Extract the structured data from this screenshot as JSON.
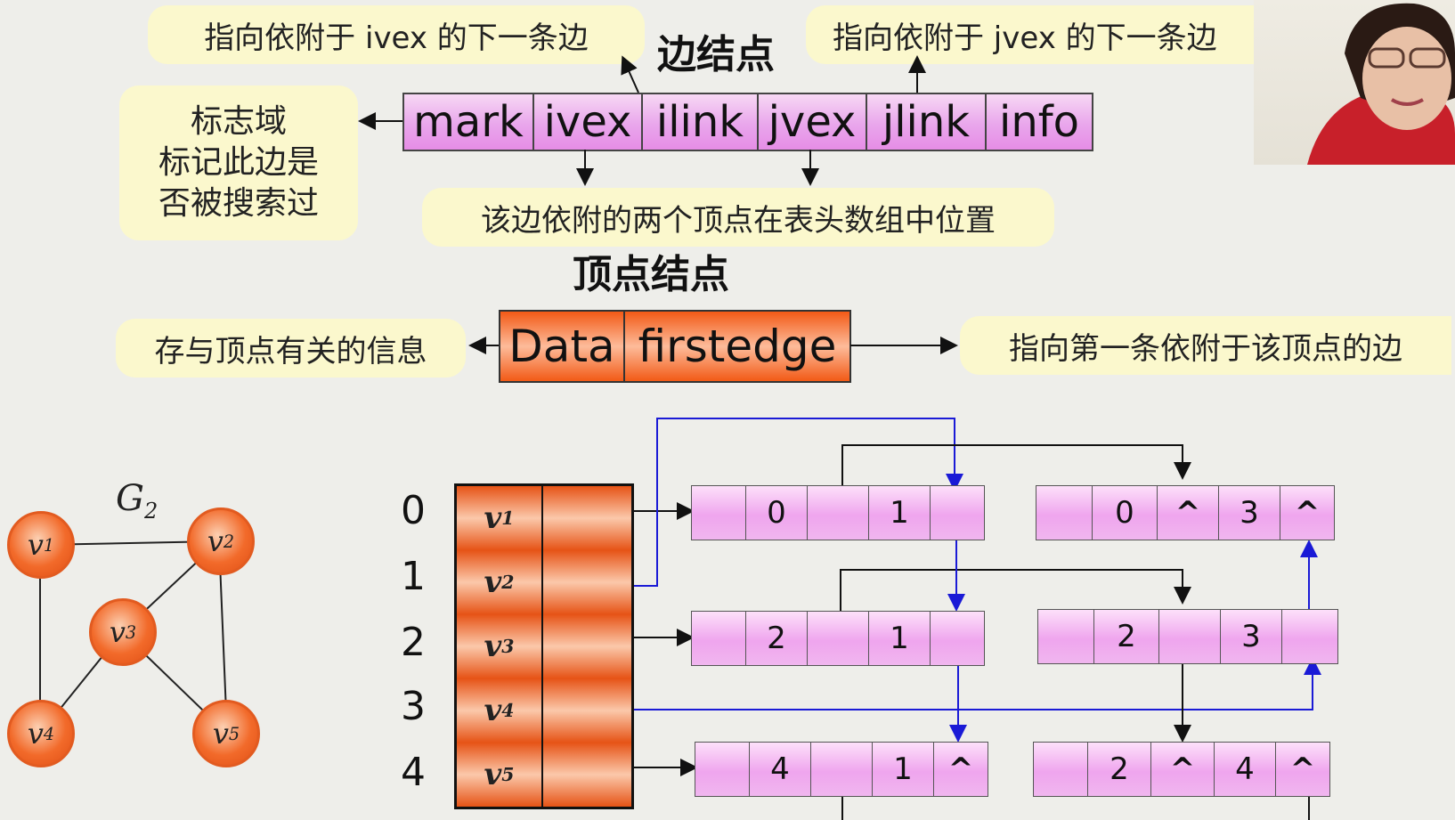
{
  "edge_node": {
    "title": "边结点",
    "fields": [
      "mark",
      "ivex",
      "ilink",
      "jvex",
      "jlink",
      "info"
    ],
    "notes": {
      "ilink": "指向依附于 ivex 的下一条边",
      "jlink": "指向依附于 jvex 的下一条边",
      "mark_lines": [
        "标志域",
        "标记此边是",
        "否被搜索过"
      ],
      "positions": "该边依附的两个顶点在表头数组中位置"
    }
  },
  "vertex_node": {
    "title": "顶点结点",
    "fields": [
      "Data",
      "firstedge"
    ],
    "notes": {
      "data": "存与顶点有关的信息",
      "firstedge": "指向第一条依附于该顶点的边"
    }
  },
  "graph": {
    "name": "G",
    "name_sub": "2",
    "vertices": [
      {
        "label": "v",
        "sub": "1"
      },
      {
        "label": "v",
        "sub": "2"
      },
      {
        "label": "v",
        "sub": "3"
      },
      {
        "label": "v",
        "sub": "4"
      },
      {
        "label": "v",
        "sub": "5"
      }
    ]
  },
  "vertex_table": {
    "indices": [
      "0",
      "1",
      "2",
      "3",
      "4"
    ],
    "rows": [
      {
        "label": "v",
        "sub": "1"
      },
      {
        "label": "v",
        "sub": "2"
      },
      {
        "label": "v",
        "sub": "3"
      },
      {
        "label": "v",
        "sub": "4"
      },
      {
        "label": "v",
        "sub": "5"
      }
    ]
  },
  "edge_list_nodes": [
    {
      "cells": [
        "",
        "0",
        "",
        "1",
        ""
      ]
    },
    {
      "cells": [
        "",
        "0",
        "^",
        "3",
        "^"
      ]
    },
    {
      "cells": [
        "",
        "2",
        "",
        "1",
        ""
      ]
    },
    {
      "cells": [
        "",
        "2",
        "",
        "3",
        ""
      ]
    },
    {
      "cells": [
        "",
        "4",
        "",
        "1",
        "^"
      ]
    },
    {
      "cells": [
        "",
        "2",
        "^",
        "4",
        "^"
      ]
    }
  ],
  "colors": {
    "note_bg": "#fbf8cd",
    "edge_field": "#e68de6",
    "vertex_field": "#f25a16",
    "link_blue": "#1a1ad6"
  }
}
